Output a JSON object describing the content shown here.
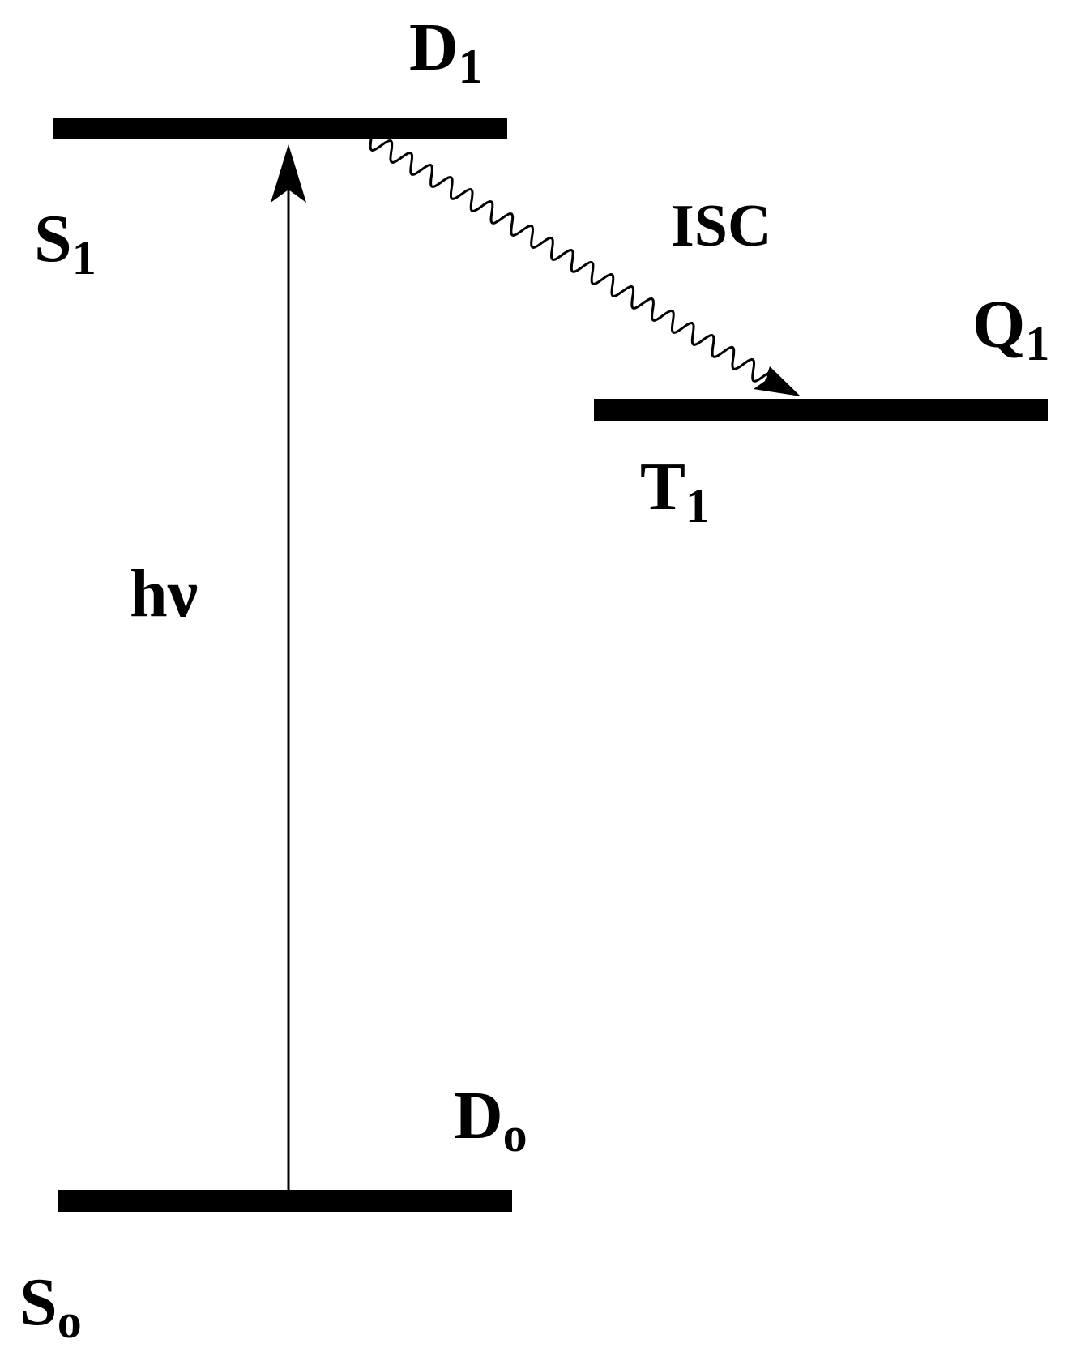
{
  "levels": {
    "s1_d1": {
      "state_left": "S",
      "state_left_sub": "1",
      "state_right": "D",
      "state_right_sub": "1"
    },
    "s0_d0": {
      "state_left": "S",
      "state_left_sub": "o",
      "state_right": "D",
      "state_right_sub": "o"
    },
    "t1_q1": {
      "state_left": "T",
      "state_left_sub": "1",
      "state_right": "Q",
      "state_right_sub": "1"
    }
  },
  "transitions": {
    "excitation": {
      "label": "hν"
    },
    "isc": {
      "label": "ISC"
    }
  },
  "colors": {
    "ink": "#000000",
    "background": "#ffffff"
  }
}
